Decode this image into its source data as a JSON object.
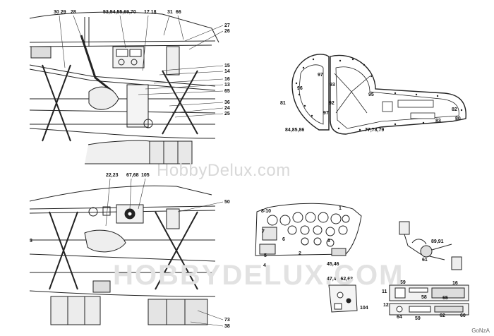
{
  "watermarks": {
    "hobby": "HobbyDelux.com",
    "logo": "HOBBYDELUX.COM"
  },
  "signature": "GoNzA",
  "top_fuselage_callouts": {
    "a": "30 29",
    "b": "28",
    "c": "53,54,55,69,70",
    "d": "17 18",
    "e": "31",
    "f": "66",
    "g": "27",
    "h": "26",
    "i": "15",
    "j": "14",
    "k": "16",
    "l": "13",
    "m": "65",
    "n": "36",
    "o": "24",
    "p": "25"
  },
  "bottom_fuselage_callouts": {
    "a": "22,23",
    "b": "67,68",
    "c": "105",
    "d": "50",
    "e": "3",
    "f": "73",
    "g": "38"
  },
  "floor_callouts": {
    "a": "97",
    "b": "96",
    "c": "93",
    "d": "95",
    "e": "92",
    "f": "97",
    "g": "81",
    "h": "84,85,86",
    "i": "77,78,79",
    "j": "82",
    "k": "83",
    "l": "80"
  },
  "panel_callouts": {
    "a": "8-10",
    "b": "1",
    "c": "7",
    "d": "6",
    "e": "5",
    "f": "4",
    "g": "2",
    "h": "3",
    "i": "45,46",
    "j": "47,48,62,63",
    "k": "104"
  },
  "pedal_callouts": {
    "a": "89,91",
    "b": "61"
  },
  "console_callouts": {
    "a": "11",
    "b": "59",
    "c": "16",
    "d": "58",
    "e": "65",
    "f": "12",
    "g": "64",
    "h": "59",
    "i": "62",
    "j": "60"
  }
}
